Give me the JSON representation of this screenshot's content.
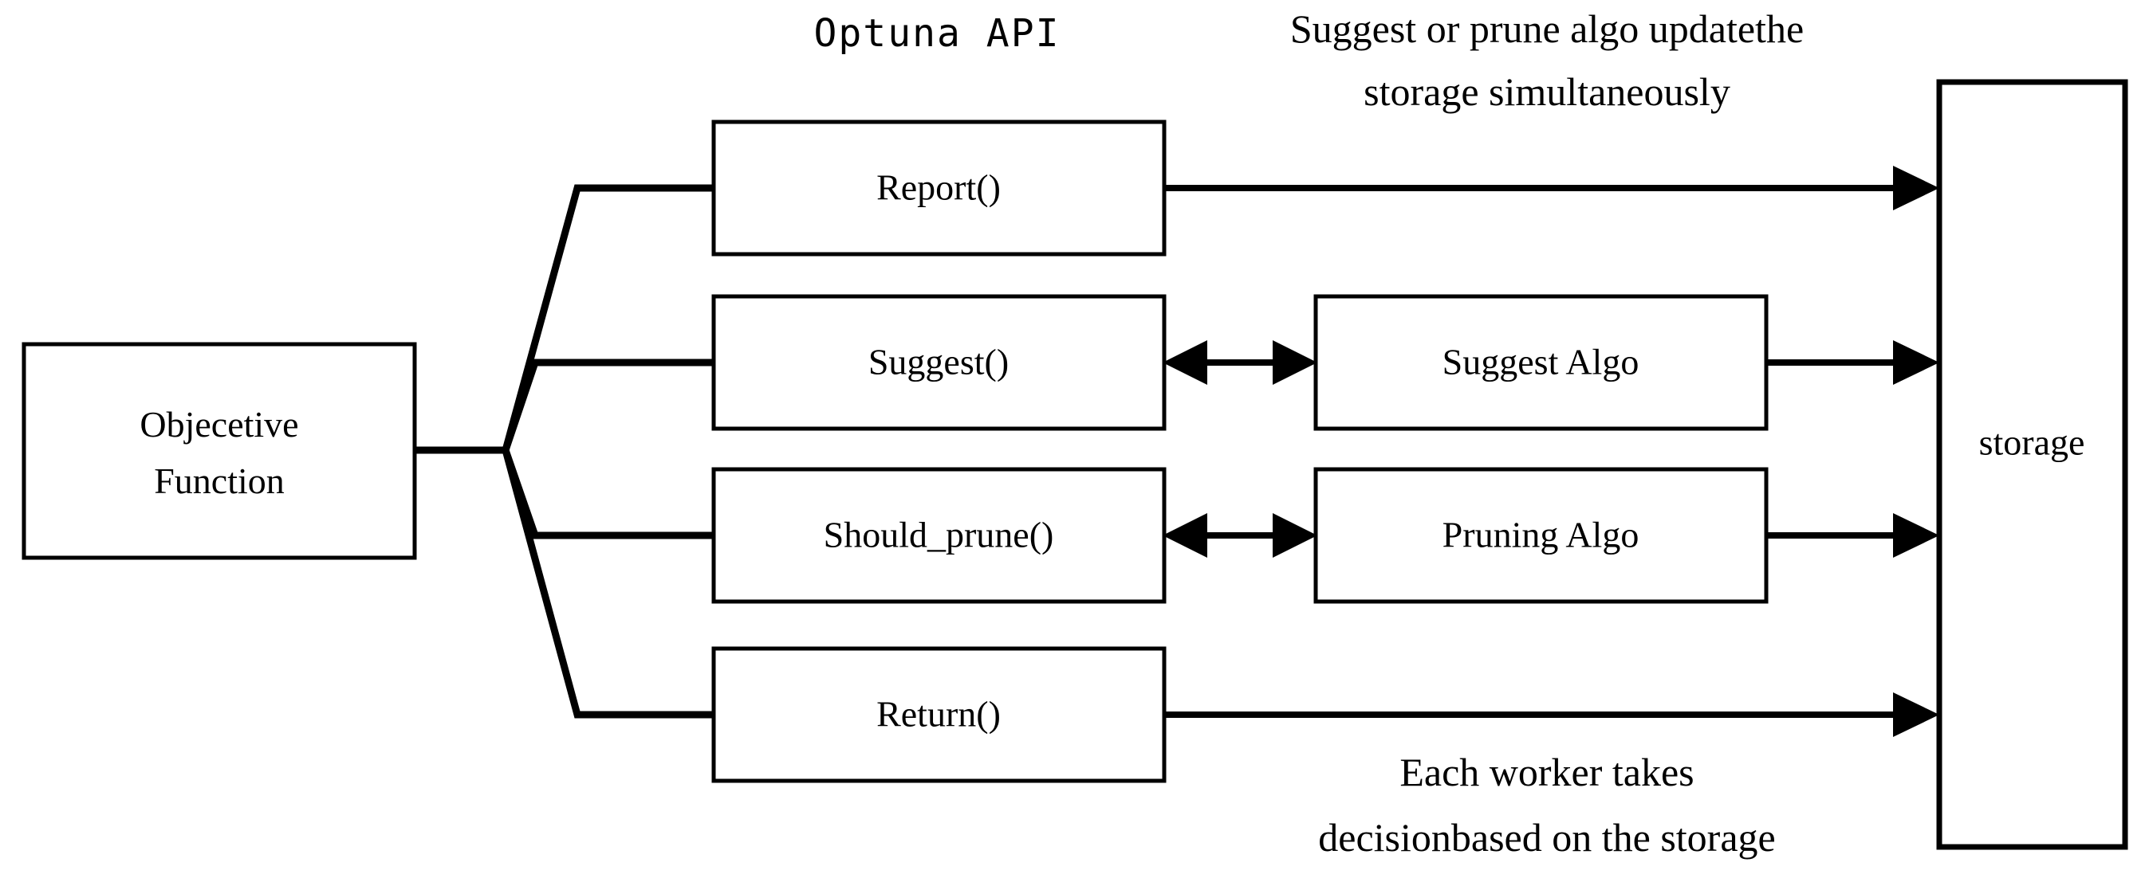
{
  "diagram": {
    "title_label": "Optuna API",
    "source_box": {
      "line1": "Objecetive",
      "line2": "Function"
    },
    "api_boxes": [
      {
        "label": "Report()"
      },
      {
        "label": "Suggest()"
      },
      {
        "label": "Should_prune()"
      },
      {
        "label": "Return()"
      }
    ],
    "algo_boxes": [
      {
        "label": "Suggest Algo"
      },
      {
        "label": "Pruning Algo"
      }
    ],
    "storage_box": {
      "label": "storage"
    },
    "captions": {
      "top_line1": "Suggest or prune algo updatethe",
      "top_line2": "storage simultaneously",
      "bottom_line1": "Each worker takes",
      "bottom_line2": "decisionbased on the storage"
    },
    "colors": {
      "stroke": "#000000",
      "background": "#ffffff",
      "text": "#000000"
    }
  }
}
